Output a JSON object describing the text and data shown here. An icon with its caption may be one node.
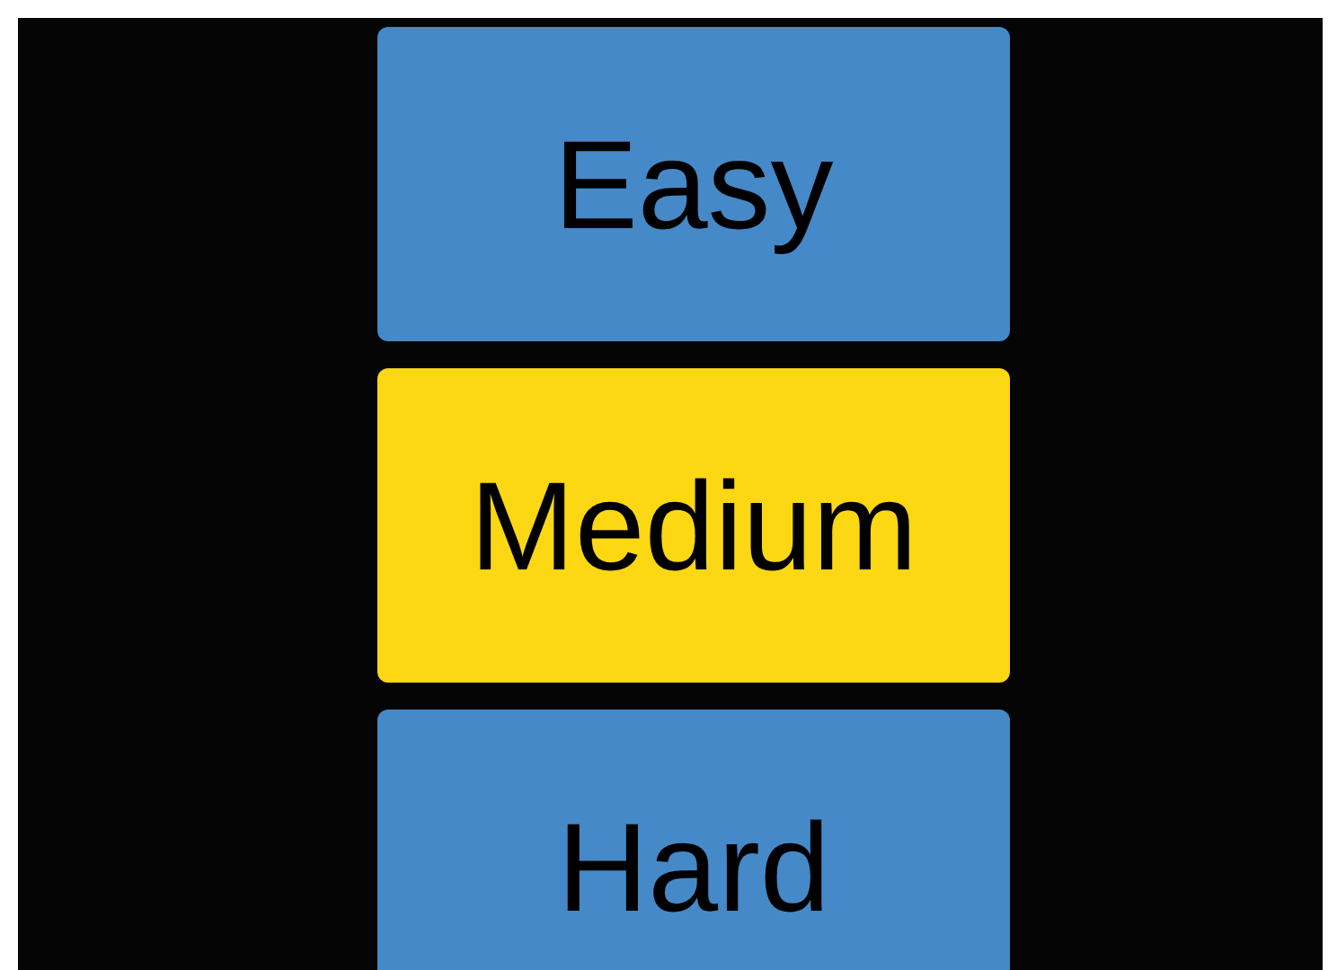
{
  "diagram": {
    "nodes": [
      {
        "text": [
          "Easy"
        ]
      },
      {
        "text": [
          "Medium"
        ]
      },
      {
        "text": [
          "Hard"
        ]
      }
    ]
  }
}
